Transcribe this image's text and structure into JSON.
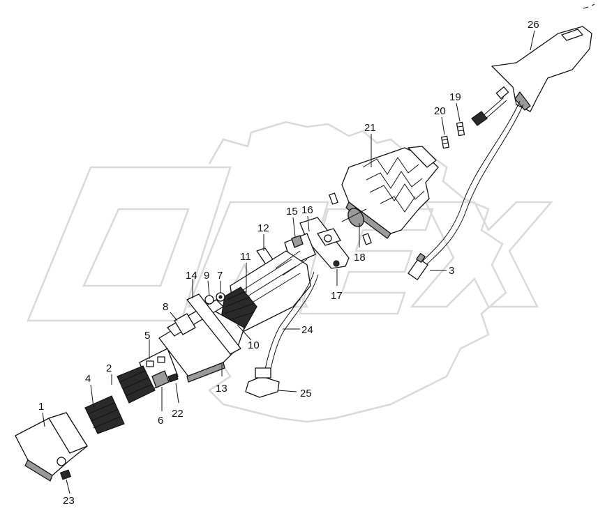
{
  "diagram": {
    "watermark_text": "OREX",
    "part_labels": [
      "1",
      "2",
      "3",
      "4",
      "5",
      "6",
      "7",
      "8",
      "9",
      "10",
      "11",
      "12",
      "13",
      "14",
      "15",
      "16",
      "17",
      "18",
      "19",
      "20",
      "21",
      "22",
      "23",
      "24",
      "25",
      "26"
    ],
    "colors": {
      "ink": "#111111",
      "watermark": "#d9d9d9",
      "shade": "#9a9a9a"
    }
  }
}
